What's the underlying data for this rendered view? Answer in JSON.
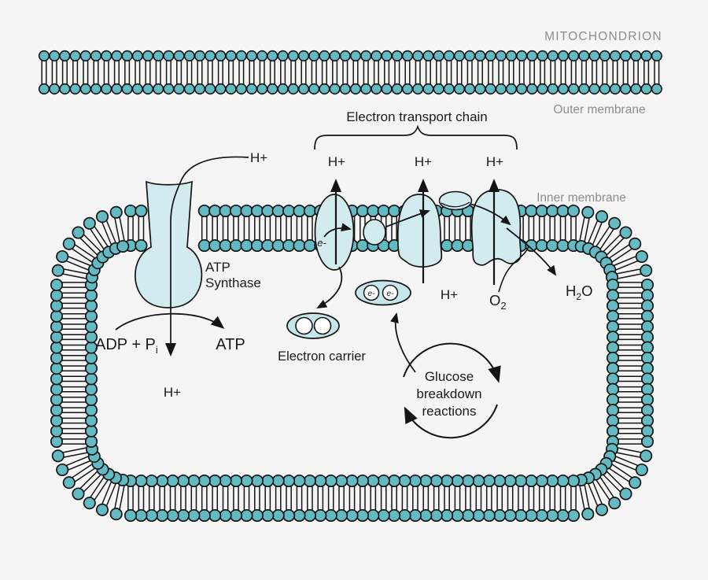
{
  "title": "MITOCHONDRION",
  "colors": {
    "background": "#f5f5f5",
    "membrane_head": "#63bac3",
    "outline": "#141414",
    "complex_fill": "#d2ebee",
    "carrier_fill": "#c5e7eb",
    "white": "#ffffff",
    "gray_label": "#8d8d8d",
    "text": "#1a1a1a"
  },
  "labels": {
    "outer_membrane": "Outer membrane",
    "inner_membrane": "Inner membrane",
    "etc_title": "Electron transport chain",
    "h_plus": "H+",
    "atp_synthase_1": "ATP",
    "atp_synthase_2": "Synthase",
    "adp_main": "ADP + P",
    "adp_sub": "i",
    "atp": "ATP",
    "electron": "e-",
    "electron_carrier": "Electron carrier",
    "o2_main": "O",
    "o2_sub": "2",
    "h2o_h": "H",
    "h2o_sub": "2",
    "h2o_o": "O",
    "glucose_1": "Glucose",
    "glucose_2": "breakdown",
    "glucose_3": "reactions"
  }
}
